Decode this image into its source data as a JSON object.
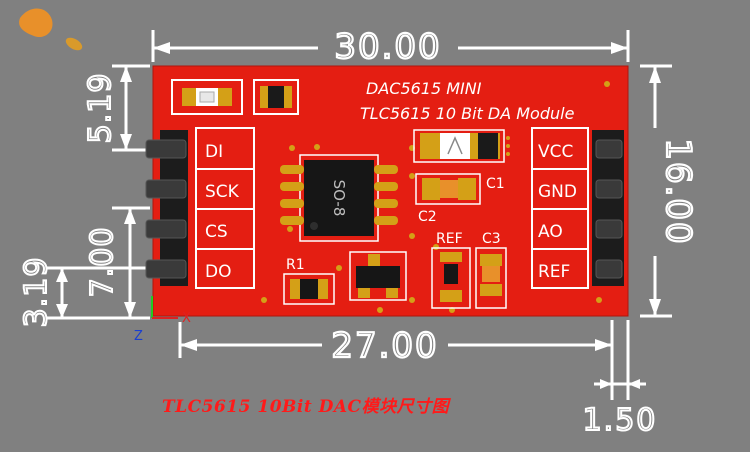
{
  "board": {
    "title_line1": "DAC5615 MINI",
    "title_line2": "TLC5615 10 Bit DA Module",
    "left_pins": [
      "DI",
      "SCK",
      "CS",
      "DO"
    ],
    "right_pins": [
      "VCC",
      "GND",
      "AO",
      "REF"
    ],
    "components": {
      "c1": "C1",
      "c2": "C2",
      "c3": "C3",
      "ref": "REF",
      "r1": "R1",
      "chip": "SO-8"
    }
  },
  "dimensions": {
    "width_top": "30.00",
    "width_bottom": "27.00",
    "height_right": "16.00",
    "left_top": "5.19",
    "left_middle": "7.00",
    "left_bottom": "3.19",
    "offset_right": "1.50"
  },
  "axes": {
    "z": "Z",
    "x": "X"
  },
  "caption": "TLC5615 10Bit DAC模块尺寸图",
  "colors": {
    "background": "#808080",
    "pcb": "#e41e12",
    "pad": "#d4a017",
    "dimension": "#ffffff",
    "caption": "#ff1a1a"
  }
}
